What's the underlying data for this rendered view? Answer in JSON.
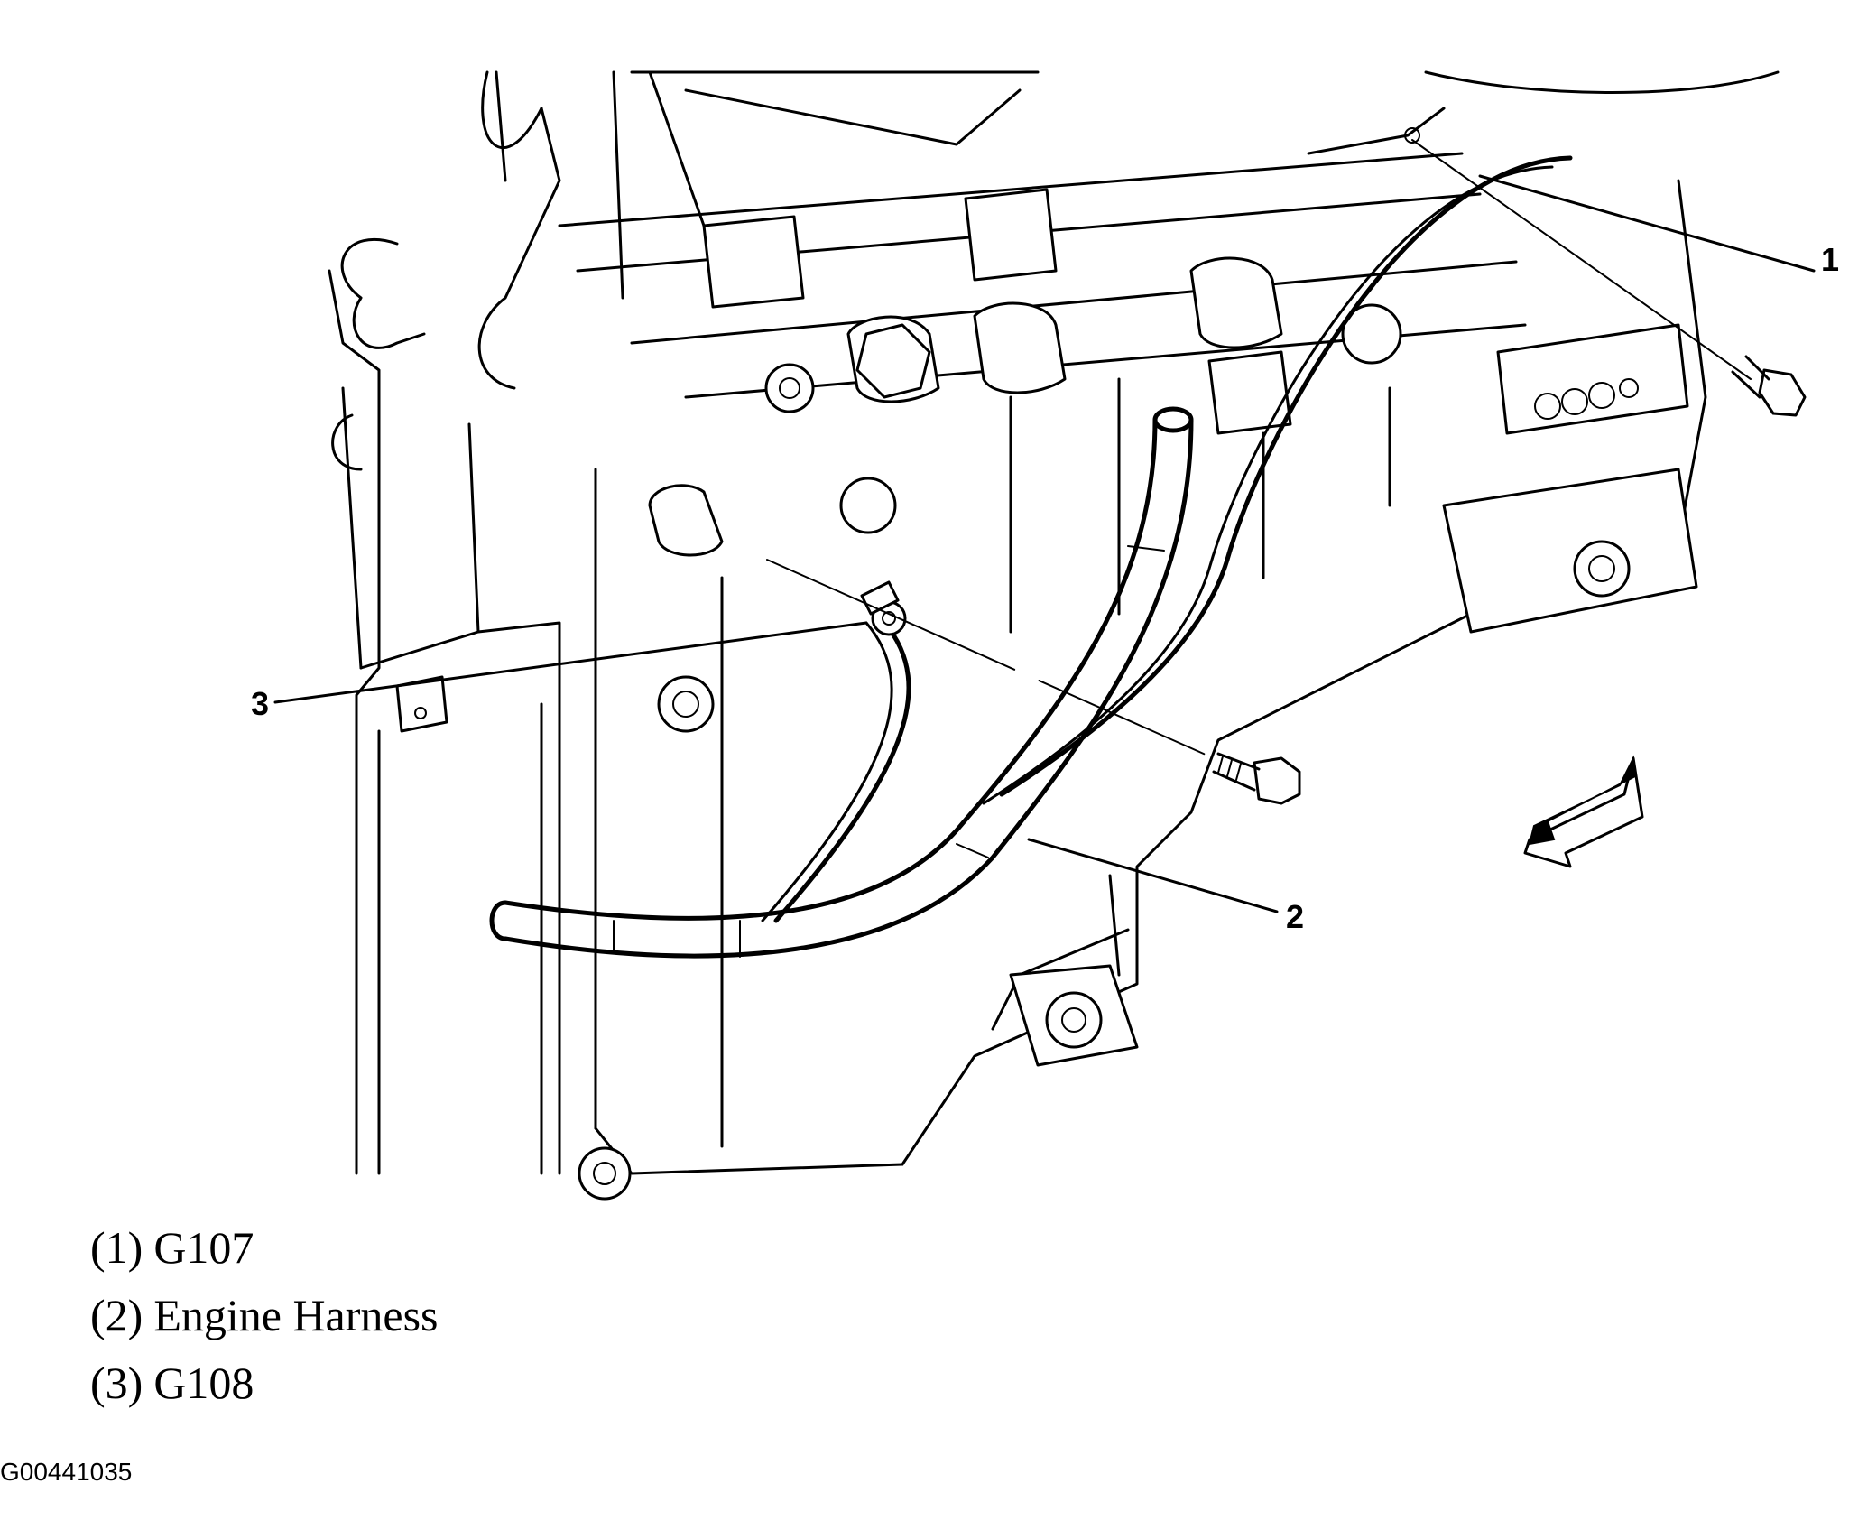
{
  "callouts": [
    {
      "number": "1"
    },
    {
      "number": "2"
    },
    {
      "number": "3"
    }
  ],
  "legend": [
    {
      "number": "(1)",
      "text": "G107"
    },
    {
      "number": "(2)",
      "text": "Engine Harness"
    },
    {
      "number": "(3)",
      "text": "G108"
    }
  ],
  "figure_code": "G00441035",
  "icons": [
    "bolt-icon",
    "direction-arrow-icon"
  ]
}
